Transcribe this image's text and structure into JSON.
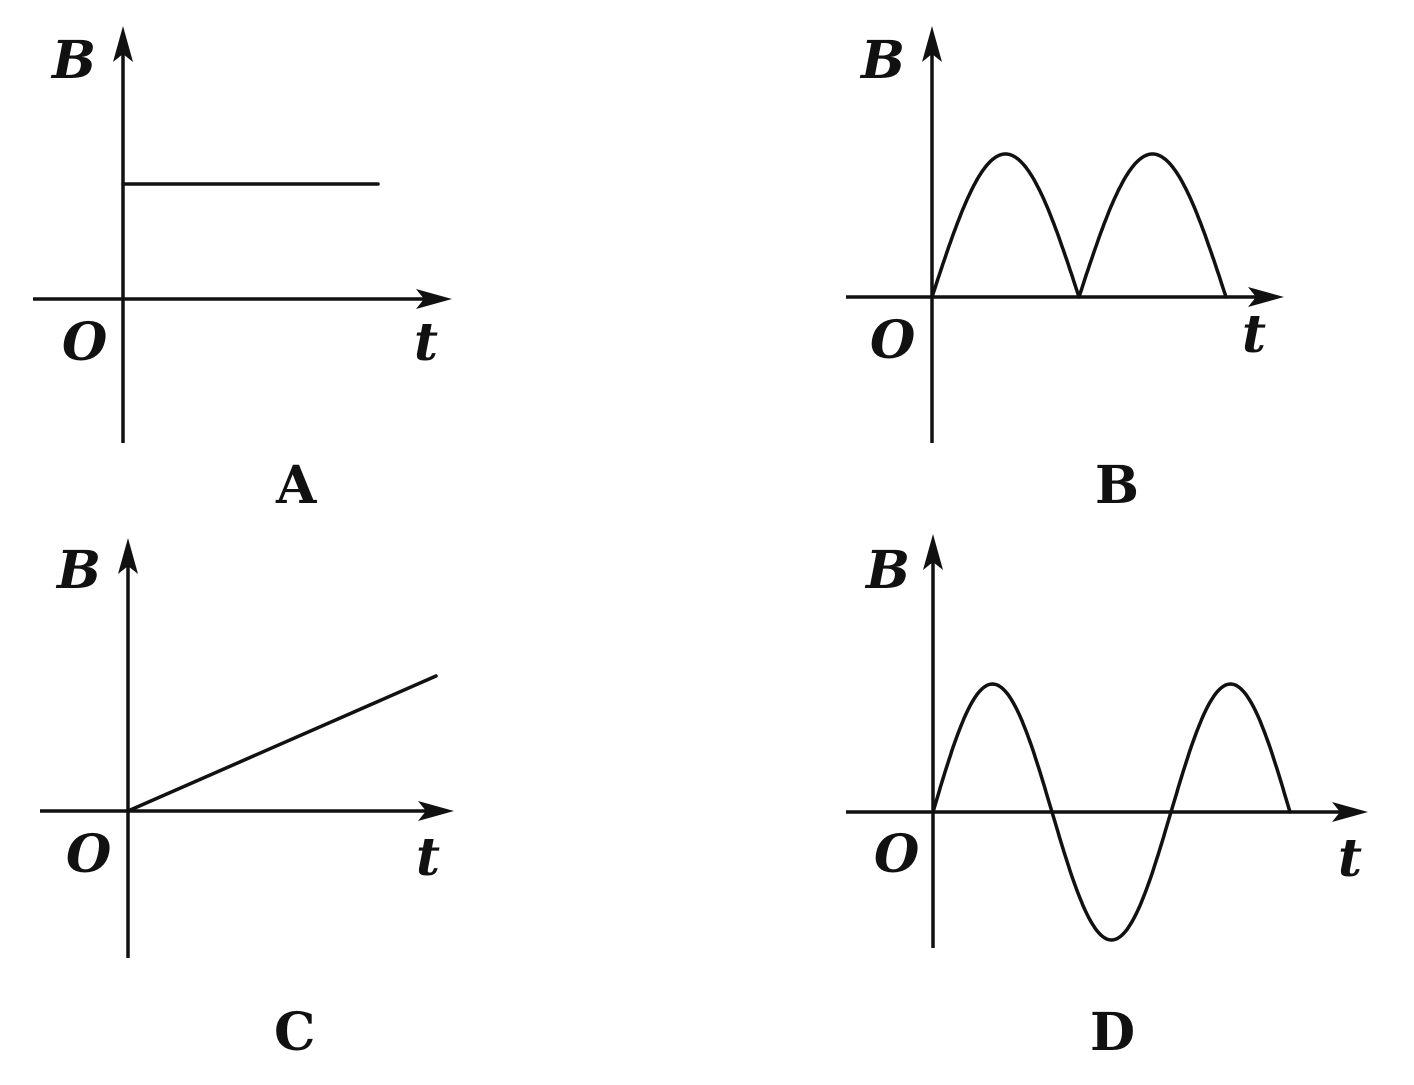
{
  "chart_data": [
    {
      "panel": "A",
      "type": "line",
      "shape": "constant",
      "ylabel": "B",
      "xlabel": "t",
      "origin_label": "O",
      "caption": "A",
      "x": [
        0,
        1
      ],
      "y": [
        0.5,
        0.5
      ]
    },
    {
      "panel": "B",
      "type": "line",
      "shape": "rectified-sine",
      "ylabel": "B",
      "xlabel": "t",
      "origin_label": "O",
      "caption": "B",
      "half_cycles": 2,
      "peak": 0.55
    },
    {
      "panel": "C",
      "type": "line",
      "shape": "linear",
      "ylabel": "B",
      "xlabel": "t",
      "origin_label": "O",
      "caption": "C",
      "x": [
        0,
        1
      ],
      "y": [
        0,
        0.5
      ]
    },
    {
      "panel": "D",
      "type": "line",
      "shape": "sine",
      "ylabel": "B",
      "xlabel": "t",
      "origin_label": "O",
      "caption": "D",
      "cycles": 1.5,
      "peak": 0.5
    }
  ]
}
